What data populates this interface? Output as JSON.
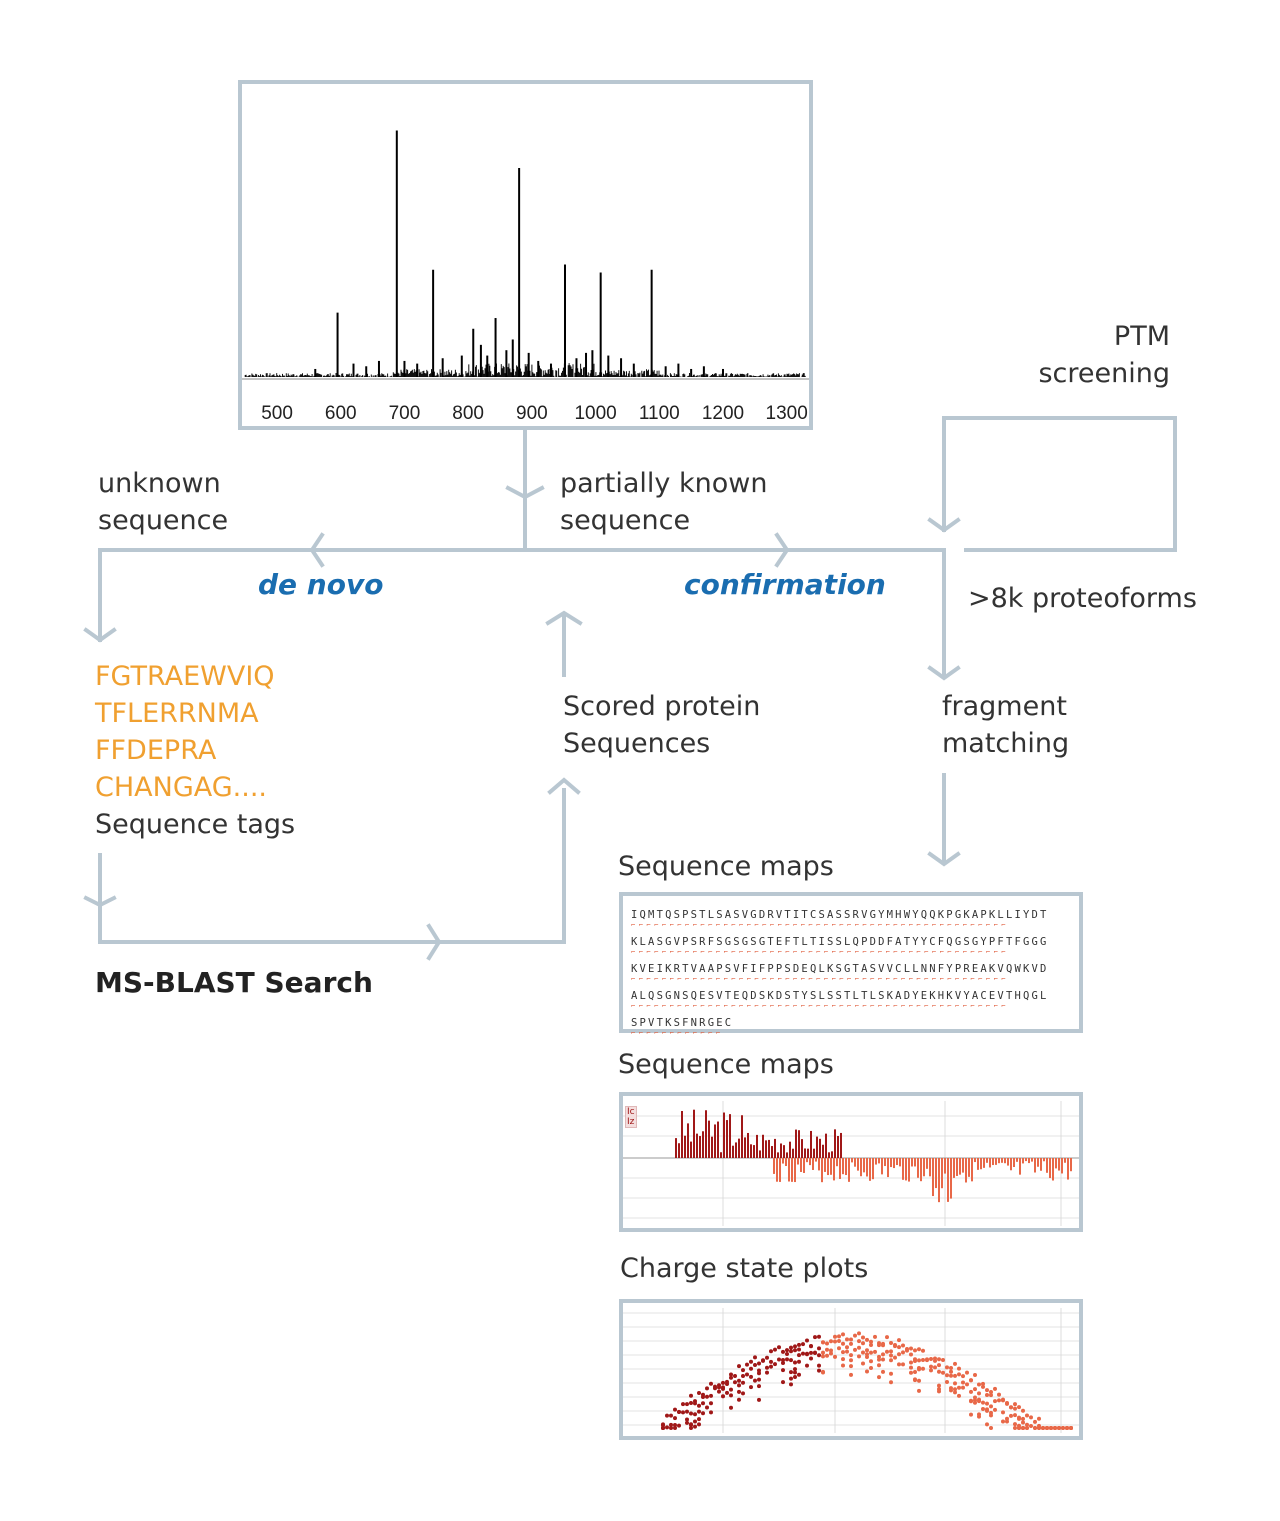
{
  "spectrum": {
    "x_ticks": [
      "500",
      "600",
      "700",
      "800",
      "900",
      "1000",
      "1100",
      "1200",
      "1300"
    ],
    "peaks": [
      [
        595,
        0.24
      ],
      [
        688,
        0.92
      ],
      [
        745,
        0.4
      ],
      [
        808,
        0.18
      ],
      [
        843,
        0.22
      ],
      [
        880,
        0.78
      ],
      [
        952,
        0.42
      ],
      [
        1008,
        0.39
      ],
      [
        1088,
        0.4
      ],
      [
        560,
        0.03
      ],
      [
        620,
        0.05
      ],
      [
        640,
        0.04
      ],
      [
        660,
        0.06
      ],
      [
        700,
        0.06
      ],
      [
        720,
        0.05
      ],
      [
        760,
        0.07
      ],
      [
        790,
        0.08
      ],
      [
        820,
        0.12
      ],
      [
        830,
        0.08
      ],
      [
        860,
        0.1
      ],
      [
        870,
        0.14
      ],
      [
        895,
        0.09
      ],
      [
        910,
        0.06
      ],
      [
        930,
        0.05
      ],
      [
        970,
        0.07
      ],
      [
        985,
        0.09
      ],
      [
        995,
        0.1
      ],
      [
        1020,
        0.08
      ],
      [
        1040,
        0.07
      ],
      [
        1060,
        0.05
      ],
      [
        1110,
        0.04
      ],
      [
        1130,
        0.05
      ],
      [
        1150,
        0.03
      ],
      [
        1170,
        0.04
      ],
      [
        1200,
        0.03
      ]
    ]
  },
  "labels": {
    "unknown": "unknown\nsequence",
    "partial": "partially known\nsequence",
    "ptm": "PTM\nscreening",
    "de_novo": "de novo",
    "confirmation": "confirmation",
    "proteoforms": ">8k proteoforms",
    "scored": "Scored protein\nSequences",
    "fragment": "fragment\nmatching",
    "seq_tags_title": "Sequence tags",
    "msblast": "MS-BLAST Search",
    "seqmaps1": "Sequence maps",
    "seqmaps2": "Sequence maps",
    "charge": "Charge state plots"
  },
  "tags": [
    "FGTRAEWVIQ",
    "TFLERRNMA",
    "FFDEPRA",
    "CHANGAG...."
  ],
  "sequence_map": [
    "IQMTQSPSTLSASVGDRVTITCSASSRVGYMHWYQQKPGKAPKLLIYDT",
    "KLASGVPSRFSGSGSGTEFTLTISSLQPDDFATYYCFQGSGYPFTFGGG",
    "KVEIKRTVAAPSVFIFPPSDEQLKSGTASVVCLLNNFYPREAKVQWKVD",
    "ALQSGNSQESVTEQDSKDSTYSLSSTLTLSKADYEKHKVYACEVTHQGL",
    "SPVTKSFNRGEC"
  ],
  "fragment_panel": {
    "corner_label": "Ic\nIz"
  },
  "colors": {
    "flow": "#b9c7d1",
    "tag": "#f0a030",
    "blue": "#1a6db0",
    "dark_red": "#a01818",
    "light_red": "#e86848"
  }
}
